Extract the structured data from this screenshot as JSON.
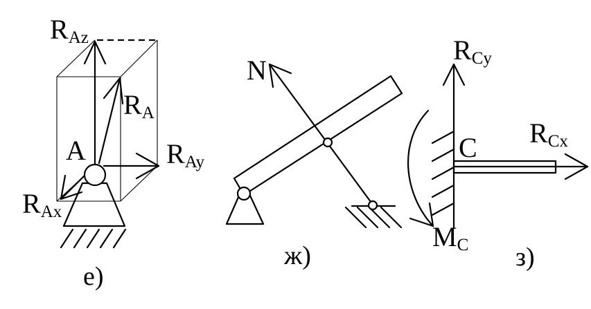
{
  "panel_e": {
    "caption": "е)",
    "point": "A",
    "r_az": {
      "base": "R",
      "sub": "Az"
    },
    "r_a": {
      "base": "R",
      "sub": "A"
    },
    "r_ay": {
      "base": "R",
      "sub": "Ay"
    },
    "r_ax": {
      "base": "R",
      "sub": "Ax"
    }
  },
  "panel_zh": {
    "caption": "ж)",
    "force": "N"
  },
  "panel_z": {
    "caption": "з)",
    "point": "C",
    "r_cy": {
      "base": "R",
      "sub": "Cy"
    },
    "r_cx": {
      "base": "R",
      "sub": "Cx"
    },
    "m_c": {
      "base": "M",
      "sub": "C"
    }
  }
}
